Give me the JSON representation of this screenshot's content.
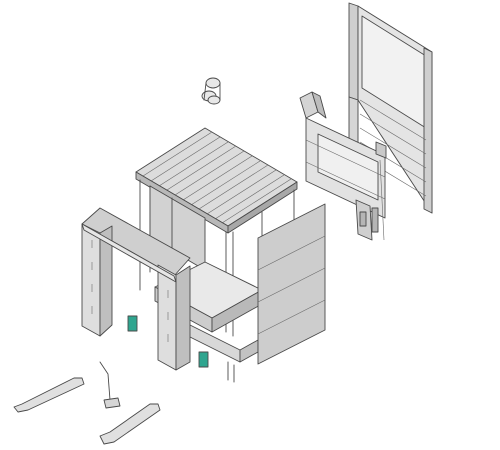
{
  "colors": {
    "background": "#ffffff",
    "panel_light": "#d9d9d9",
    "panel_mid": "#c4c4c4",
    "panel_dark": "#a9a9a9",
    "glass": "#eeeeee",
    "outline": "#4a4a4a",
    "accent_green": "#2fa58f"
  },
  "parts": [
    {
      "id": "sectional-door",
      "icon": "sectional-door-icon"
    },
    {
      "id": "door-track-assembly",
      "icon": "door-track-icon"
    },
    {
      "id": "pulley-hardware",
      "icon": "pulley-icon"
    },
    {
      "id": "roof-canopy",
      "icon": "roof-icon"
    },
    {
      "id": "dock-shelter",
      "icon": "shelter-icon"
    },
    {
      "id": "dock-leveler",
      "icon": "leveler-icon"
    },
    {
      "id": "side-wall-panel",
      "icon": "wall-panel-icon"
    },
    {
      "id": "bumper-blocks",
      "icon": "bumper-icon"
    },
    {
      "id": "guide-rails",
      "icon": "guide-rail-icon"
    },
    {
      "id": "wheel-guide-rod",
      "icon": "guide-rod-icon"
    }
  ]
}
